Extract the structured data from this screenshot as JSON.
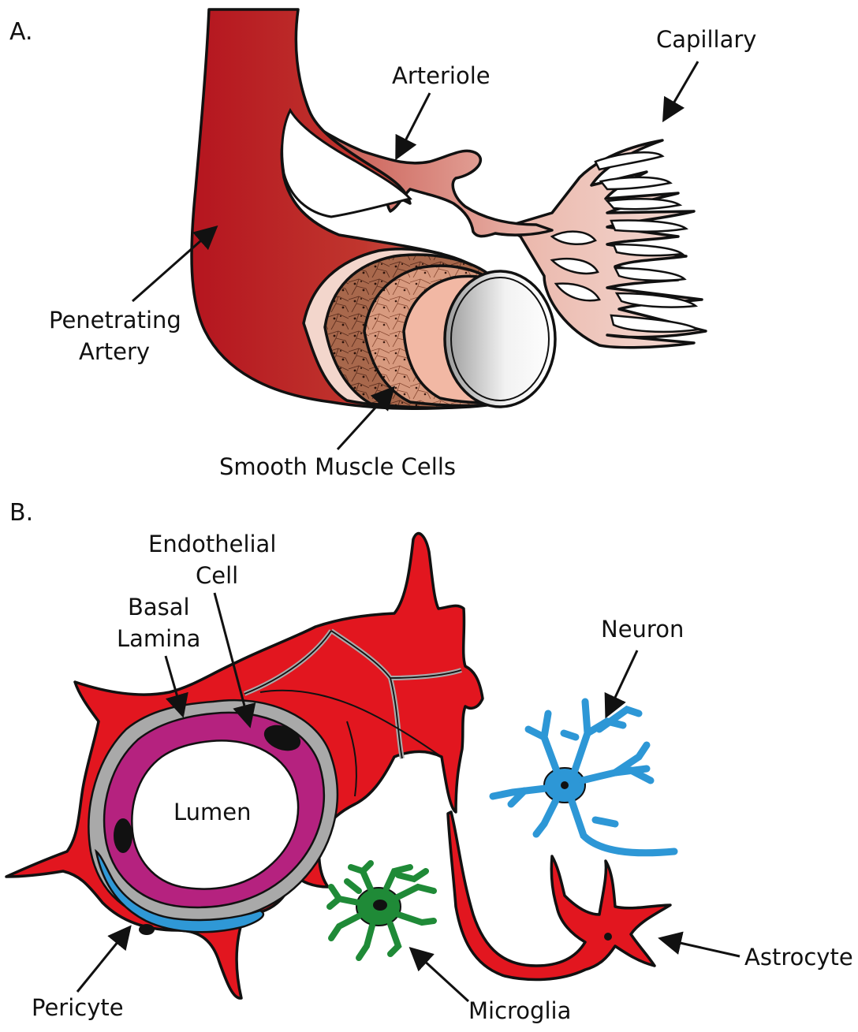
{
  "panel_a": {
    "letter": "A.",
    "labels": {
      "capillary": "Capillary",
      "arteriole": "Arteriole",
      "penetrating_artery_line1": "Penetrating",
      "penetrating_artery_line2": "Artery",
      "smooth_muscle_cells": "Smooth Muscle Cells"
    }
  },
  "panel_b": {
    "letter": "B.",
    "labels": {
      "endothelial_line1": "Endothelial",
      "endothelial_line2": "Cell",
      "basal_line1": "Basal",
      "basal_line2": "Lamina",
      "lumen": "Lumen",
      "neuron": "Neuron",
      "astrocyte": "Astrocyte",
      "microglia": "Microglia",
      "pericyte": "Pericyte"
    }
  },
  "colors": {
    "artery_red": "#b81c25",
    "arteriole_pink": "#d78a7e",
    "capillary_pale": "#efcdc4",
    "muscle_brown": "#a86a50",
    "astrocyte_red": "#e2161f",
    "endothelium_magenta": "#b5227f",
    "basal_gray": "#a9a9a9",
    "pericyte_blue": "#2f98d6",
    "neuron_blue": "#2d97d6",
    "microglia_green": "#1f8a37"
  }
}
